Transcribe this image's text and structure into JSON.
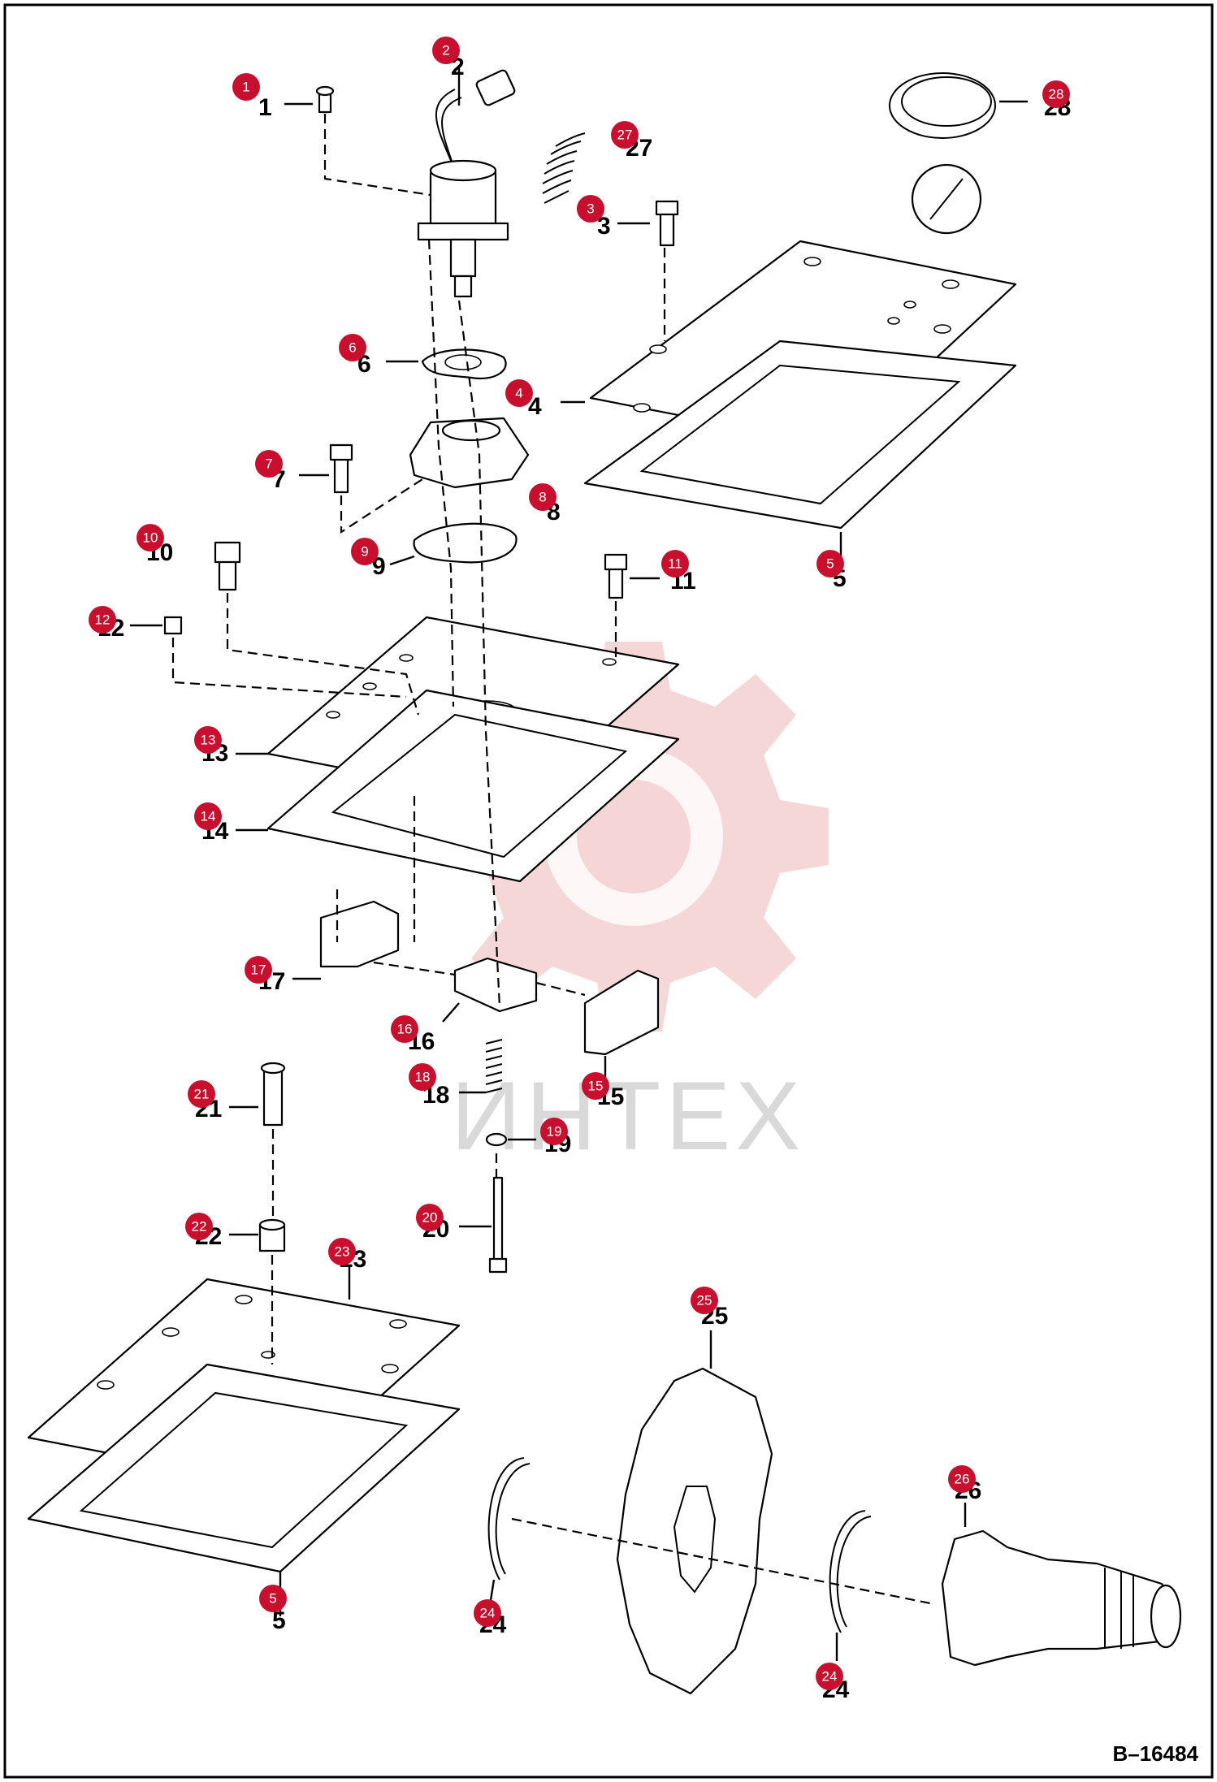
{
  "drawing_ref": "B–16484",
  "watermark": "ИНТЕХ",
  "colors": {
    "callout": "#c8102e",
    "line": "#000000",
    "watermark": "#f2c9c9"
  },
  "callouts": [
    {
      "n": "1"
    },
    {
      "n": "2"
    },
    {
      "n": "3"
    },
    {
      "n": "4"
    },
    {
      "n": "5"
    },
    {
      "n": "5"
    },
    {
      "n": "6"
    },
    {
      "n": "7"
    },
    {
      "n": "8"
    },
    {
      "n": "9"
    },
    {
      "n": "10"
    },
    {
      "n": "11"
    },
    {
      "n": "12"
    },
    {
      "n": "13"
    },
    {
      "n": "14"
    },
    {
      "n": "15"
    },
    {
      "n": "16"
    },
    {
      "n": "17"
    },
    {
      "n": "18"
    },
    {
      "n": "19"
    },
    {
      "n": "20"
    },
    {
      "n": "21"
    },
    {
      "n": "22"
    },
    {
      "n": "23"
    },
    {
      "n": "24"
    },
    {
      "n": "24"
    },
    {
      "n": "25"
    },
    {
      "n": "26"
    },
    {
      "n": "27"
    },
    {
      "n": "28"
    }
  ]
}
